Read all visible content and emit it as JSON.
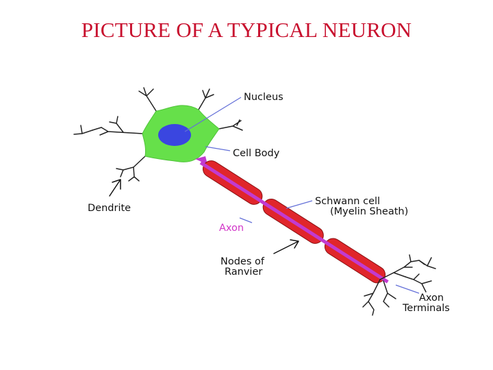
{
  "title": "PICTURE OF A TYPICAL NEURON",
  "labels": {
    "nucleus": "Nucleus",
    "cell_body": "Cell Body",
    "dendrite": "Dendrite",
    "schwann_line1": "Schwann cell",
    "schwann_line2": "(Myelin Sheath)",
    "axon": "Axon",
    "nodes_line1": "Nodes of",
    "nodes_line2": "Ranvier",
    "terminals_line1": "Axon",
    "terminals_line2": "Terminals"
  },
  "colors": {
    "title": "#c8102e",
    "cell_body": "#66e04a",
    "nucleus": "#3a46e0",
    "myelin": "#e0262b",
    "axon": "#c23ad0",
    "leader_line": "#6470d8",
    "outline": "#222222"
  }
}
